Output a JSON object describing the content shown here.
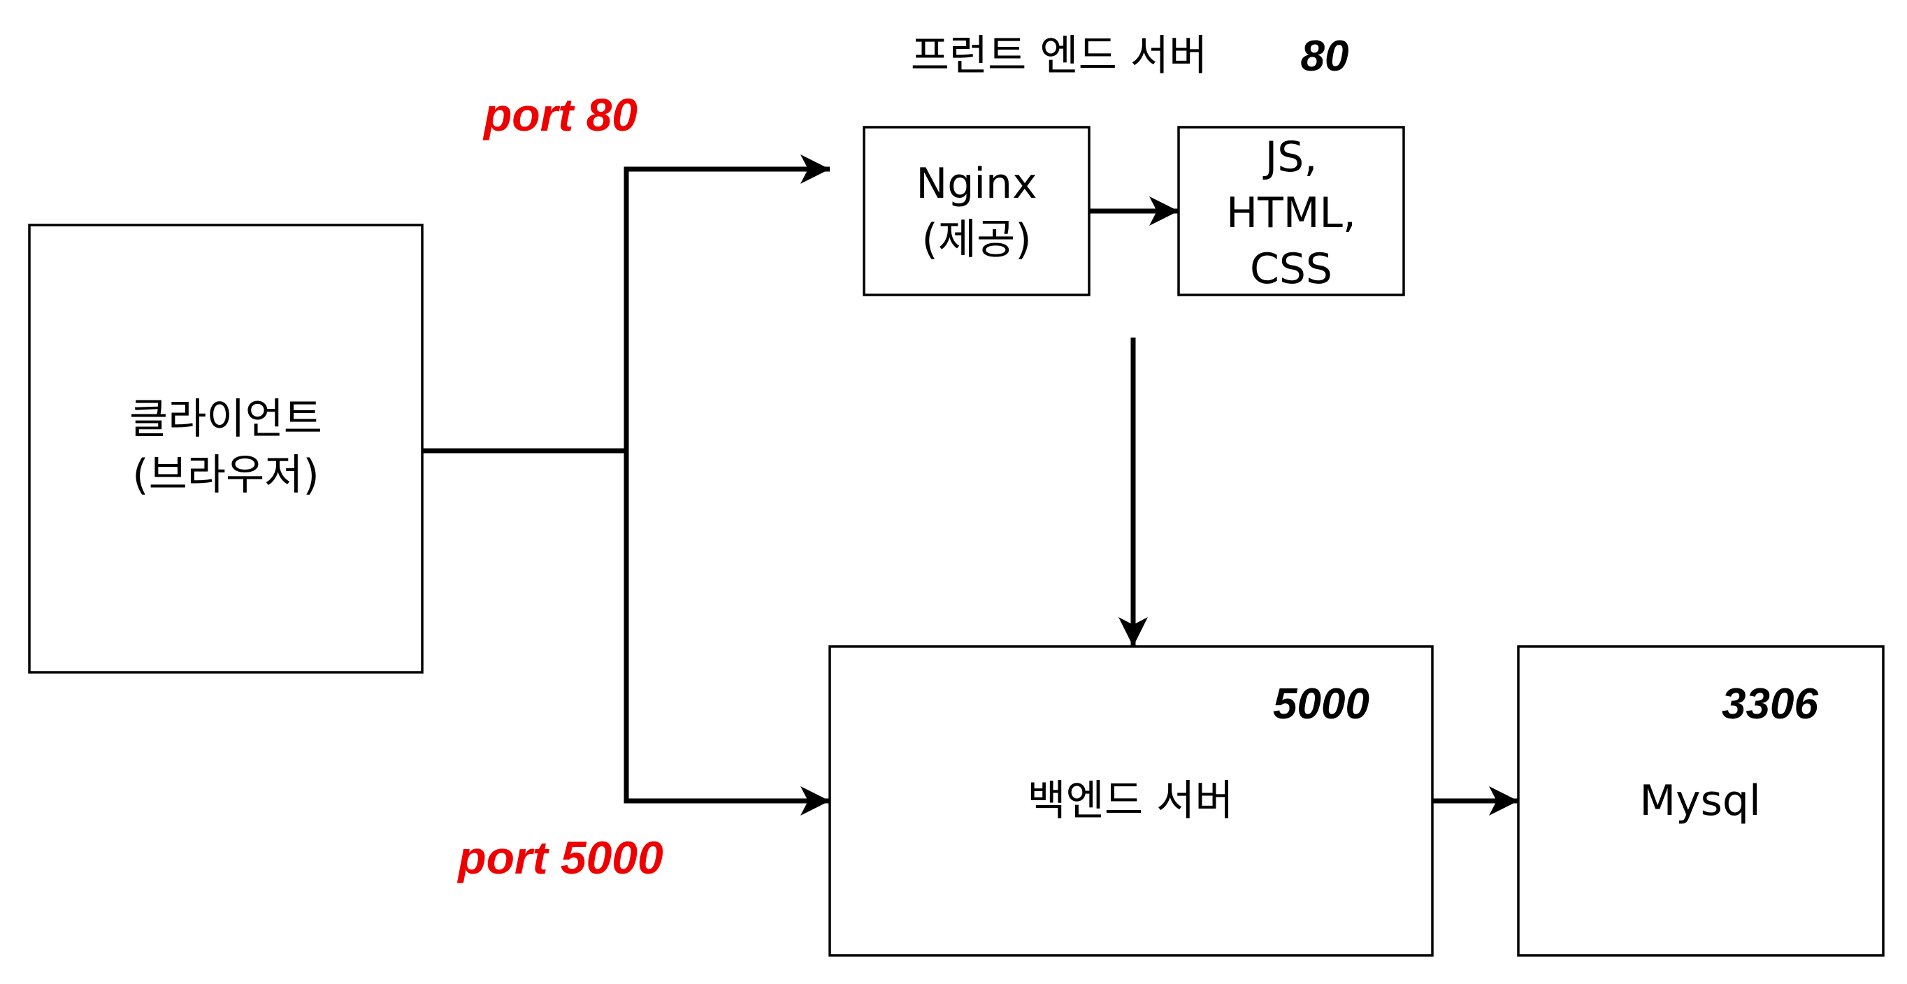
{
  "colors": {
    "line": "#000000",
    "box_fill": "#ffffff",
    "port_label": "#ee0000"
  },
  "frontend_title": {
    "text": "프런트 엔드 서버",
    "port": "80"
  },
  "client_box": {
    "line1": "클라이언트",
    "line2": "(브라우저)"
  },
  "port_labels": {
    "frontend": "port 80",
    "backend": "port 5000"
  },
  "nginx_box": {
    "line1": "Nginx",
    "line2": "(제공)"
  },
  "static_box": {
    "line1": "JS,",
    "line2": "HTML,",
    "line3": "CSS"
  },
  "backend_box": {
    "label": "백엔드 서버",
    "port": "5000"
  },
  "mysql_box": {
    "label": "Mysql",
    "port": "3306"
  }
}
